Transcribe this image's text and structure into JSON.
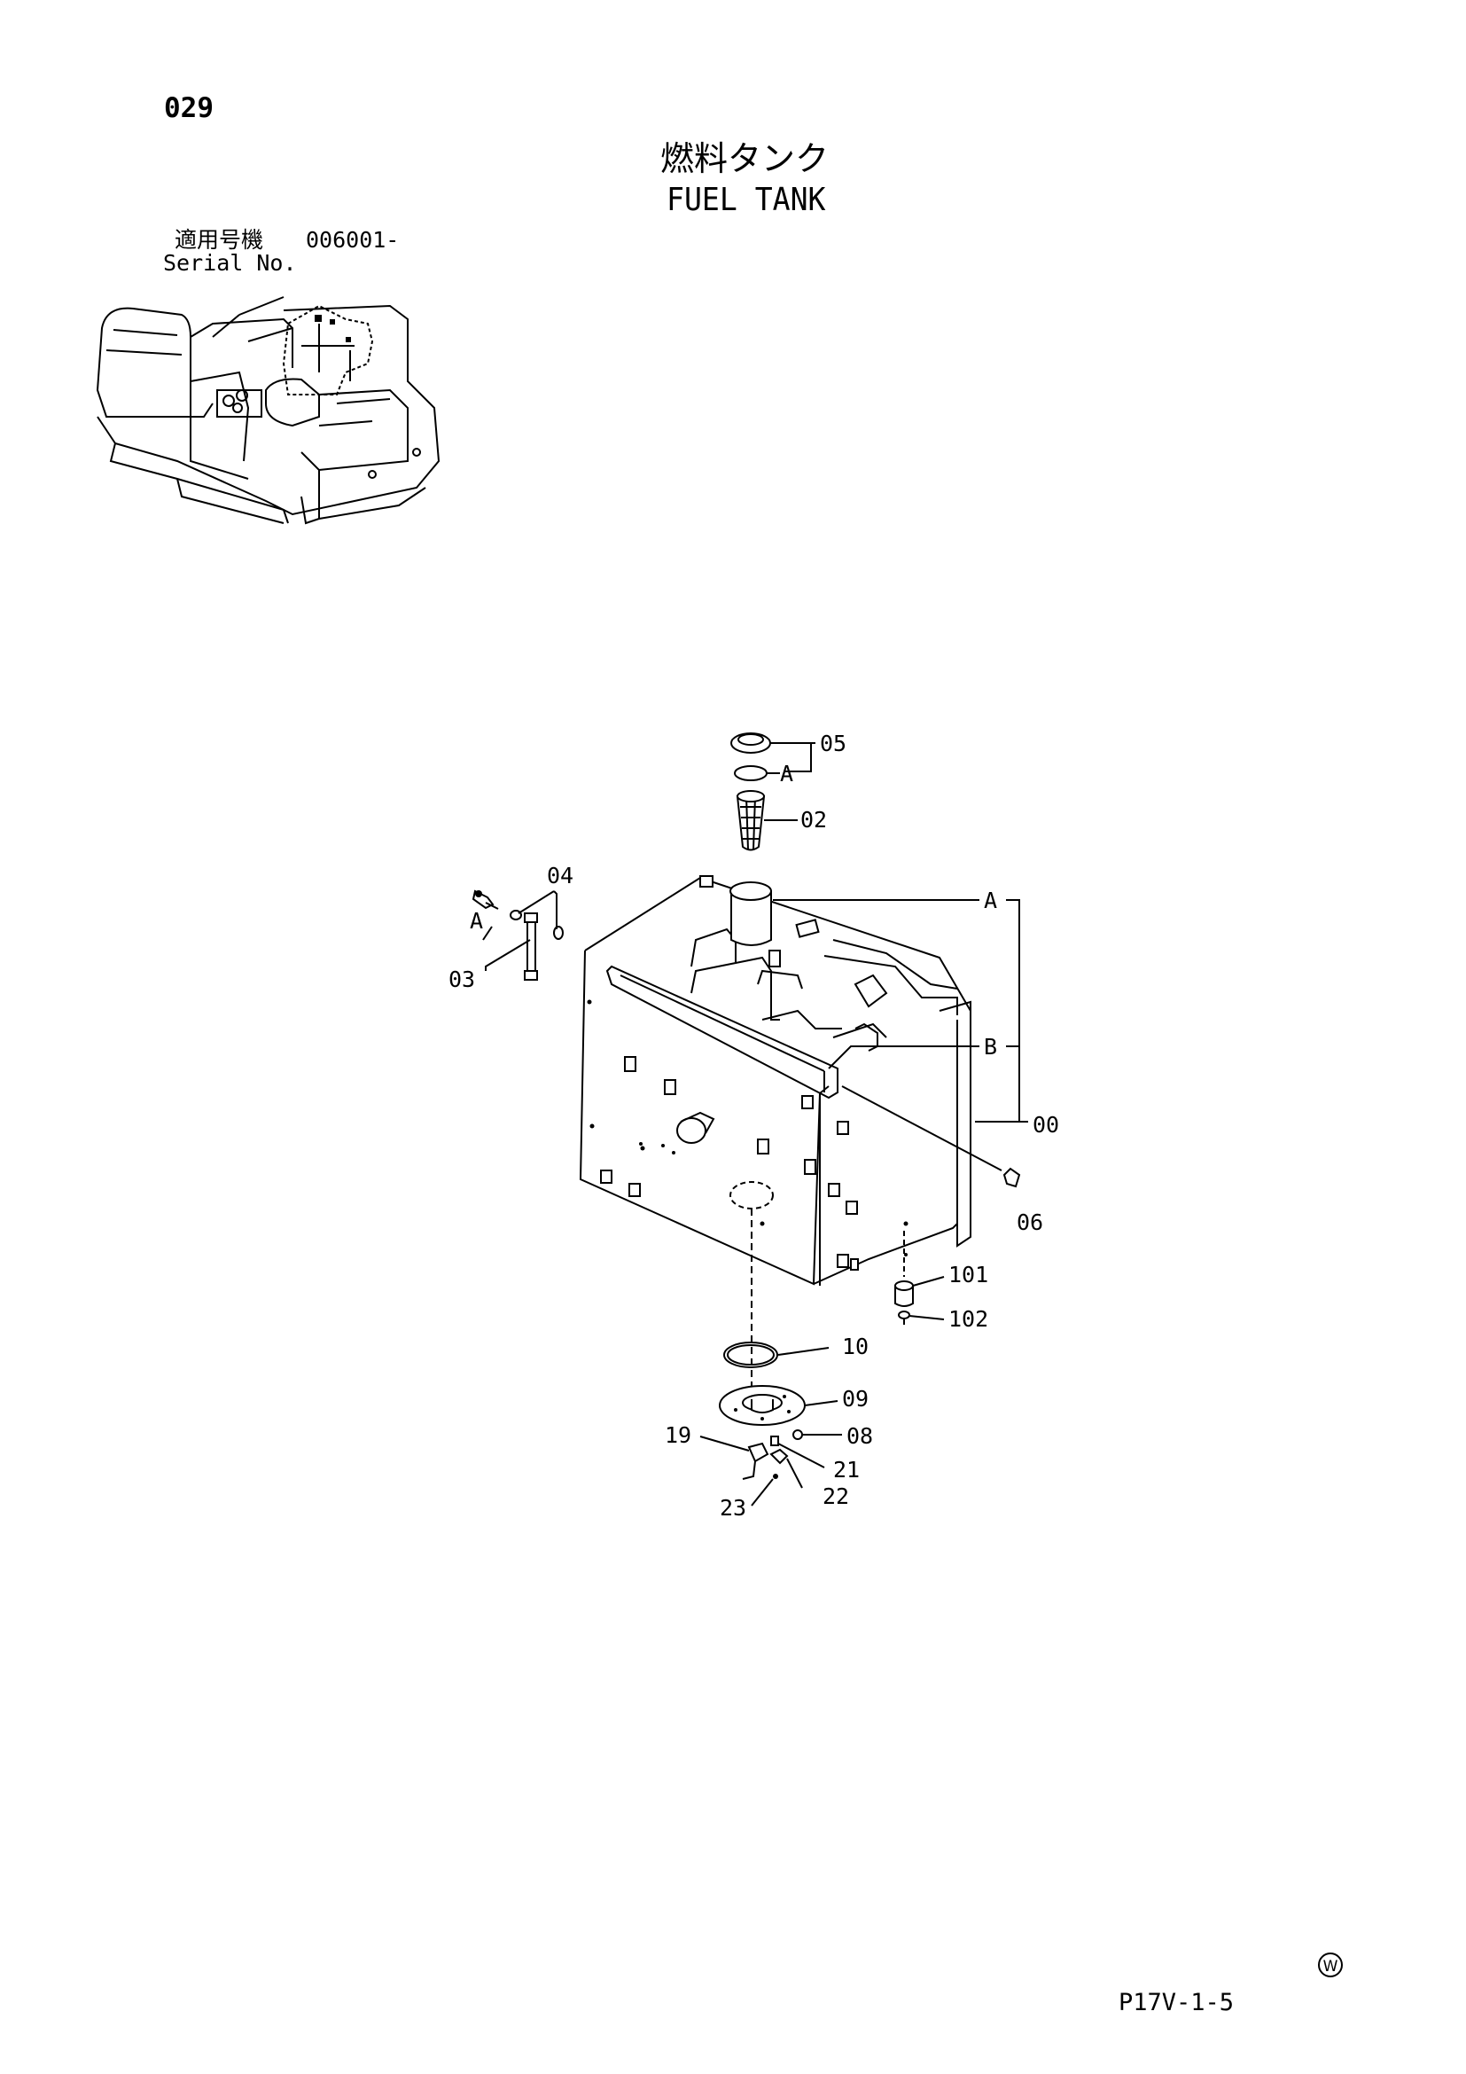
{
  "header": {
    "page_number": "029",
    "title_jp": "燃料タンク",
    "title_en": "FUEL TANK",
    "serial_label_jp": "適用号機",
    "serial_value": "006001-",
    "serial_label_en": "Serial No."
  },
  "footer": {
    "code": "P17V-1-5",
    "watermark": "W"
  },
  "callouts": [
    "05",
    "A",
    "02",
    "04",
    "A",
    "03",
    "A",
    "B",
    "00",
    "06",
    "101",
    "102",
    "10",
    "09",
    "08",
    "19",
    "21",
    "22",
    "23"
  ]
}
